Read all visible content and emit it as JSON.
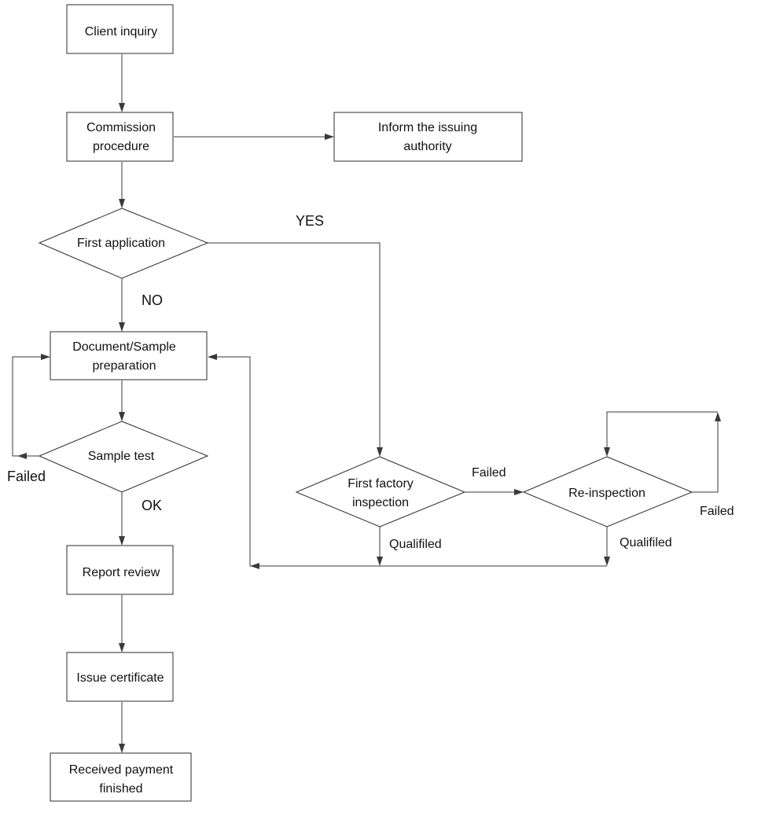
{
  "nodes": {
    "client_inquiry": {
      "lines": [
        "Client inquiry"
      ]
    },
    "commission_procedure": {
      "lines": [
        "Commission",
        "procedure"
      ]
    },
    "inform_issuing_authority": {
      "lines": [
        "Inform the issuing",
        "authority"
      ]
    },
    "first_application": {
      "lines": [
        "First application"
      ]
    },
    "document_sample_preparation": {
      "lines": [
        "Document/Sample",
        "preparation"
      ]
    },
    "sample_test": {
      "lines": [
        "Sample test"
      ]
    },
    "report_review": {
      "lines": [
        "Report review"
      ]
    },
    "issue_certificate": {
      "lines": [
        "Issue certificate"
      ]
    },
    "received_payment": {
      "lines": [
        "Received payment",
        "finished"
      ]
    },
    "first_factory_inspection": {
      "lines": [
        "First factory",
        "inspection"
      ]
    },
    "re_inspection": {
      "lines": [
        "Re-inspection"
      ]
    }
  },
  "edge_labels": {
    "yes": "YES",
    "no": "NO",
    "sample_failed": "Failed",
    "sample_ok": "OK",
    "factory_failed": "Failed",
    "factory_qualified": "Qualifiled",
    "reinspection_failed": "Failed",
    "reinspection_qualified": "Qualifiled"
  }
}
